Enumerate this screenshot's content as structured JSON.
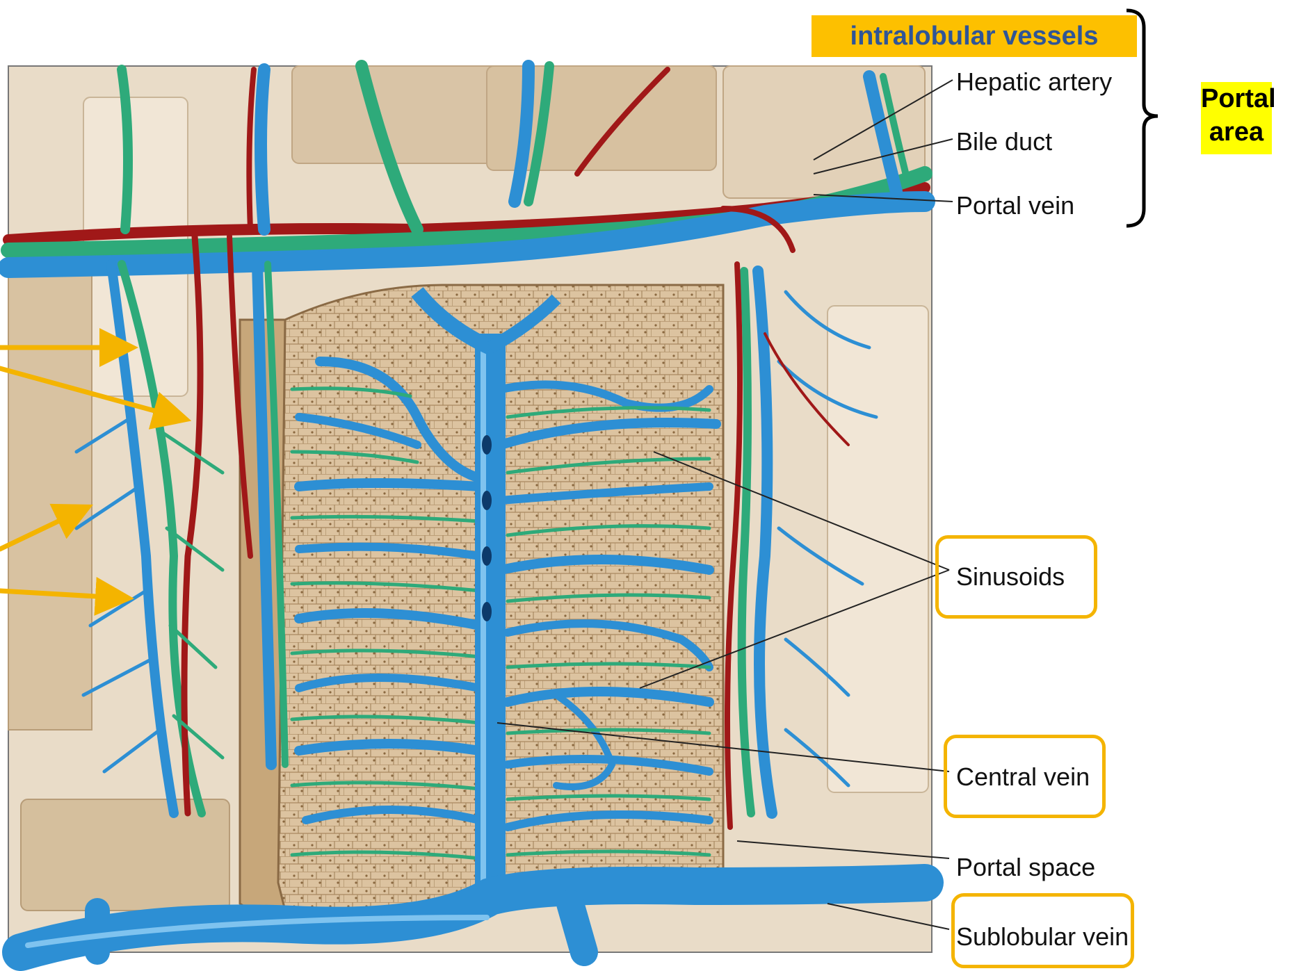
{
  "header": {
    "title": "intralobular vessels"
  },
  "portal_area": {
    "label_line1": "Portal",
    "label_line2": "area"
  },
  "labels": {
    "hepatic_artery": "Hepatic artery",
    "bile_duct": "Bile duct",
    "portal_vein": "Portal vein",
    "sinusoids": "Sinusoids",
    "central_vein": "Central vein",
    "portal_space": "Portal space",
    "sublobular_vein": "Sublobular vein"
  },
  "colors": {
    "header_bg": "#fdc000",
    "header_text": "#2f5597",
    "highlight_box": "#f4b400",
    "arrow": "#f4b400",
    "portal_bg": "#ffff00",
    "vein_blue": "#2d8fd4",
    "bile_green": "#2eaa7a",
    "artery_red": "#a01818",
    "tissue": "#d8b98f"
  }
}
